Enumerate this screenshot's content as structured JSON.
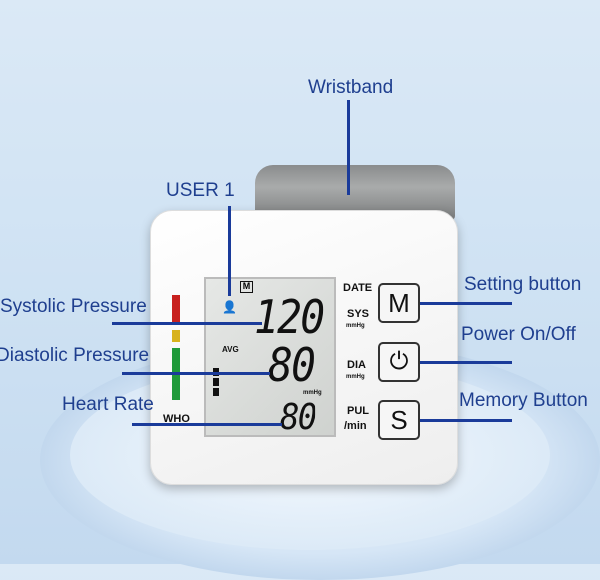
{
  "labels": {
    "wristband": "Wristband",
    "user": "USER 1",
    "systolic": "Systolic Pressure",
    "diastolic": "Diastolic Pressure",
    "heart_rate": "Heart Rate",
    "setting": "Setting button",
    "power": "Power On/Off",
    "memory": "Memory Button"
  },
  "display": {
    "memory_icon": "M",
    "avg": "AVG",
    "who": "WHO",
    "sys_value": "120",
    "dia_value": "80",
    "pul_value": "80",
    "mmhg": "mmHg"
  },
  "panel": {
    "date": "DATE",
    "sys": "SYS",
    "sys_unit": "mmHg",
    "dia": "DIA",
    "dia_unit": "mmHg",
    "pul": "PUL",
    "pul_unit": "/min"
  },
  "buttons": {
    "m": "M",
    "s": "S"
  },
  "colors": {
    "line": "#1a3b9a",
    "label": "#1f3f8f",
    "red": "#c8211f",
    "yellow": "#d8b21c",
    "green": "#1f9a3a"
  }
}
